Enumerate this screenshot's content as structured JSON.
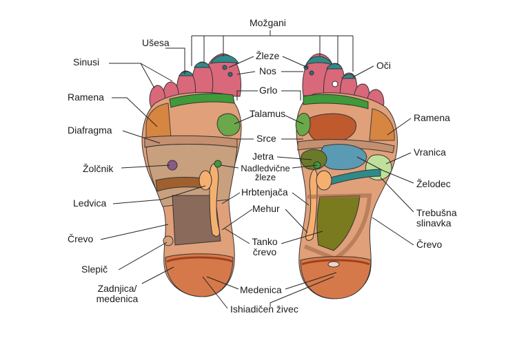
{
  "labels": {
    "mozgani": "Možgani",
    "usesa": "Ušesa",
    "sinusi": "Sinusi",
    "ramena_left": "Ramena",
    "diafragma": "Diafragma",
    "zolcnik": "Žolčnik",
    "ledvica": "Ledvica",
    "crevo_left": "Črevo",
    "slepic": "Slepič",
    "zadnjica_line1": "Zadnjica/",
    "zadnjica_line2": "medenica",
    "zleze": "Žleze",
    "nos": "Nos",
    "grlo": "Grlo",
    "talamus": "Talamus",
    "srce": "Srce",
    "jetra": "Jetra",
    "nadledvicne_line1": "Nadledvične",
    "nadledvicne_line2": "žleze",
    "hrbtenjaca": "Hrbtenjača",
    "mehur": "Mehur",
    "tanko_line1": "Tanko",
    "tanko_line2": "črevo",
    "medenica": "Medenica",
    "ishiadicen": "Ishiadičen živec",
    "oci": "Oči",
    "ramena_right": "Ramena",
    "vranica": "Vranica",
    "zelodec": "Želodec",
    "trebusna_line1": "Trebušna",
    "trebusna_line2": "slinavka",
    "crevo_right": "Črevo"
  },
  "colors": {
    "toe": "#d9687a",
    "heel": "#d6794a",
    "arch": "#c8a07e",
    "upper": "#e0a07a",
    "intestine_left": "#8a6a5a",
    "intestine_right": "#7a7a1e",
    "throat": "#3f9a3a",
    "teal": "#2f8a8a",
    "heart": "#bf5a2e",
    "stomach": "#5a9ab2",
    "liver": "#6a7a2a",
    "spine": "#f5b070",
    "spleen": "#bfe09a",
    "gland": "#2f8a8a"
  }
}
